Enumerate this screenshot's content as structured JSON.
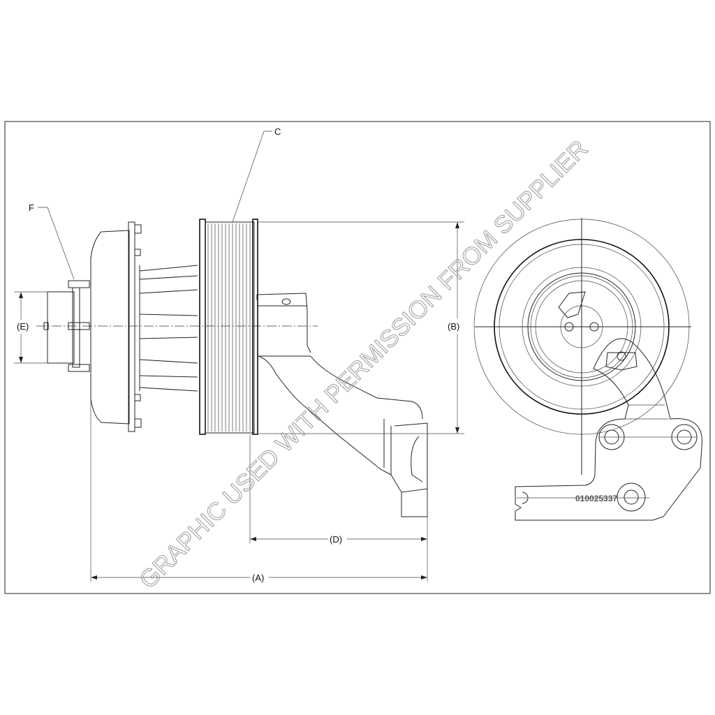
{
  "drawing": {
    "callouts": {
      "A": "A",
      "B": "B",
      "C": "C",
      "D": "D",
      "E": "E",
      "F": "F"
    },
    "part_number": "010025337",
    "watermark": "GRAPHIC USED WITH PERMISSION FROM SUPPLIER"
  }
}
